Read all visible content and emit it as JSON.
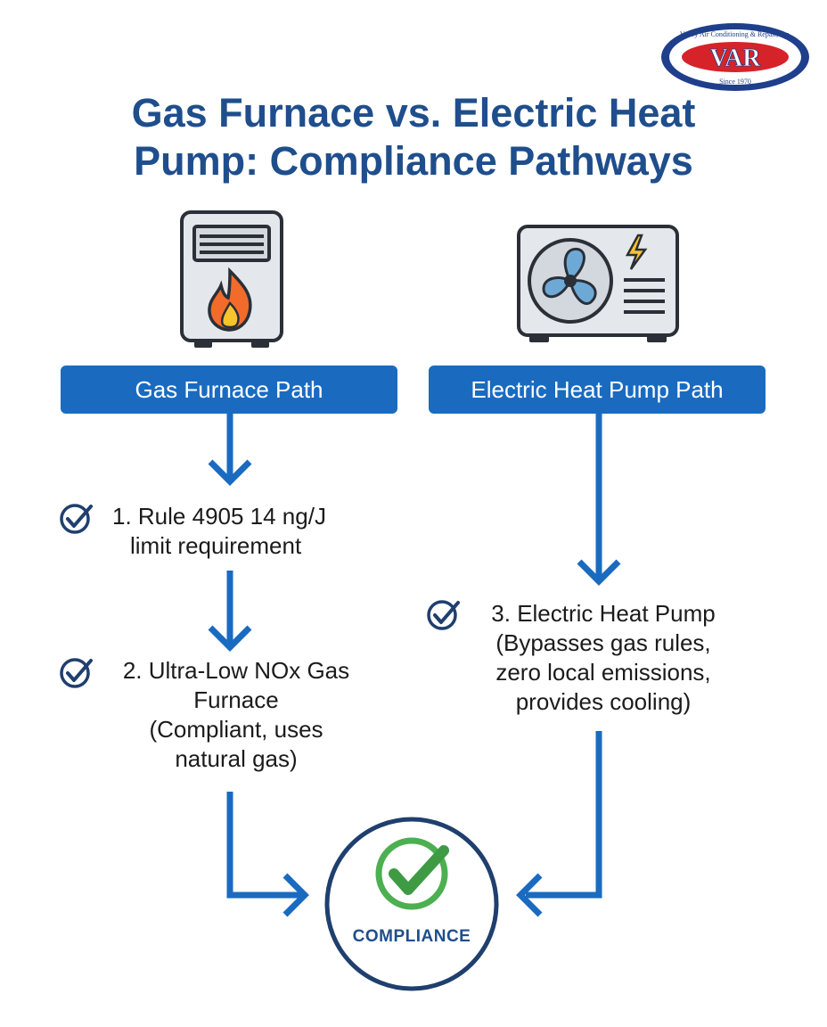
{
  "title_line1": "Gas Furnace vs. Electric Heat",
  "title_line2": "Pump: Compliance Pathways",
  "logo": {
    "text": "VAR",
    "arc_text": "Valley Air Conditioning & Repair, Inc.",
    "since": "Since 1970"
  },
  "gas_path": {
    "icon": "gas-furnace-icon",
    "label": "Gas Furnace Path",
    "step1_line1": "1. Rule 4905 14 ng/J",
    "step1_line2": "limit requirement",
    "step2_line1": "2. Ultra-Low NOx Gas",
    "step2_line2": "Furnace",
    "step2_line3": "(Compliant, uses",
    "step2_line4": "natural gas)"
  },
  "electric_path": {
    "icon": "heat-pump-icon",
    "label": "Electric Heat Pump Path",
    "step3_line1": "3. Electric Heat Pump",
    "step3_line2": "(Bypasses gas rules,",
    "step3_line3": "zero local emissions,",
    "step3_line4": "provides cooling)"
  },
  "compliance": {
    "label": "COMPLIANCE"
  },
  "colors": {
    "title": "#1f4e8c",
    "path_button": "#1a6bc0",
    "arrow": "#1a6bc0",
    "check_green": "#4caf50",
    "logo_red": "#d6232a",
    "logo_navy": "#1f3f8c"
  }
}
